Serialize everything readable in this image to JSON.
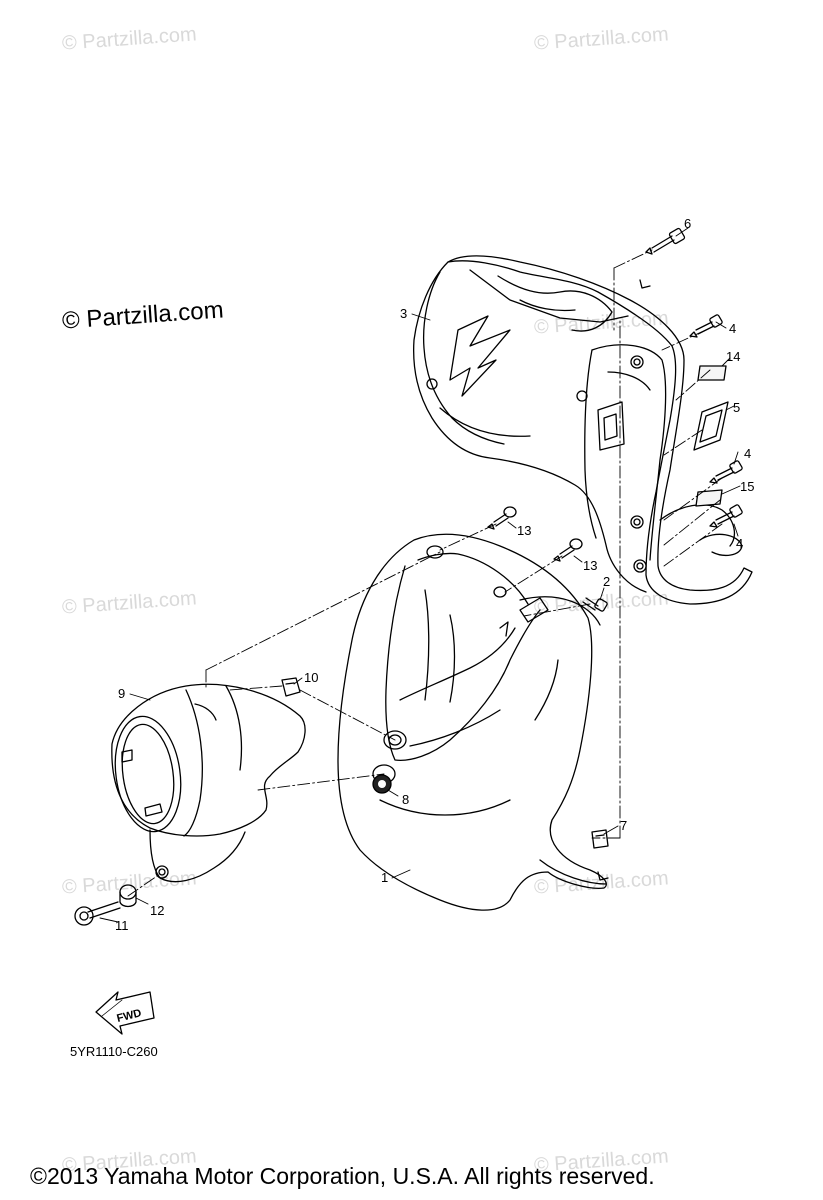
{
  "watermarks": [
    "© Partzilla.com",
    "© Partzilla.com",
    "© Partzilla.com",
    "© Partzilla.com",
    "© Partzilla.com",
    "© Partzilla.com",
    "© Partzilla.com",
    "© Partzilla.com",
    "© Partzilla.com"
  ],
  "main_watermark": "© Partzilla.com",
  "callouts": [
    "1",
    "2",
    "3",
    "4",
    "4",
    "4",
    "5",
    "6",
    "7",
    "8",
    "9",
    "10",
    "11",
    "12",
    "13",
    "13",
    "14",
    "15"
  ],
  "fwd_label": "FWD",
  "diagram_code": "5YR1110-C260",
  "copyright": "©2013  Yamaha Motor Corporation, U.S.A. All rights reserved."
}
